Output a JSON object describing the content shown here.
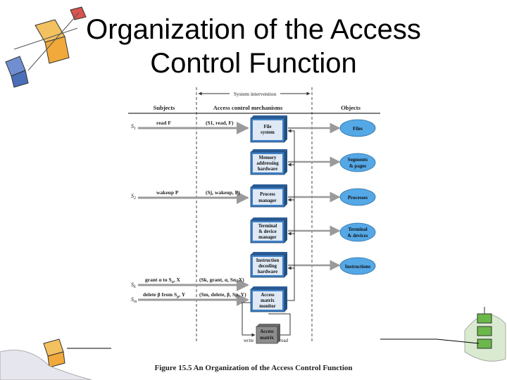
{
  "slide": {
    "title_line1": "Organization of the Access",
    "title_line2": "Control Function"
  },
  "figure": {
    "system_intervention": "System intervention",
    "headers": {
      "subjects": "Subjects",
      "mechanisms": "Access control mechanisms",
      "objects": "Objects"
    },
    "subjects": {
      "s1": {
        "label": "S",
        "sub": "1"
      },
      "s2": {
        "label": "S",
        "sub": "2"
      },
      "sk": {
        "label": "S",
        "sub": "k"
      },
      "sm": {
        "label": "S",
        "sub": "m"
      }
    },
    "requests": {
      "read": "read F",
      "wakeup": "wakeup P",
      "grant": "grant α to S",
      "grant_sub": "n",
      "grant_tail": ", X",
      "delete": "delete β from S",
      "delete_sub": "p",
      "delete_tail": ", Y"
    },
    "messages": {
      "read": "(S1, read, F)",
      "wakeup": "(Sj, wakeup, P)",
      "grant": "(Sk, grant, α, Sn, X)",
      "delete": "(Sm, delete, β, Sp, Y)"
    },
    "boxes": {
      "file_system": [
        "File",
        "system"
      ],
      "memory": [
        "Memory",
        "addressing",
        "hardware"
      ],
      "process": [
        "Process",
        "manager"
      ],
      "terminal": [
        "Terminal",
        "& device",
        "manager"
      ],
      "instruction": [
        "Instruction",
        "decoding",
        "hardware"
      ],
      "access_monitor": [
        "Access",
        "matrix",
        "monitor"
      ],
      "access_matrix": [
        "Access",
        "matrix"
      ]
    },
    "objects": {
      "files": [
        "Files"
      ],
      "segments": [
        "Segments",
        "& pages"
      ],
      "processes": [
        "Processes"
      ],
      "terminals": [
        "Terminal",
        "& devices"
      ],
      "instructions": [
        "Instructions"
      ]
    },
    "matrix_ops": {
      "write": "write",
      "read": "read"
    },
    "caption": "Figure 15.5  An Organization of the Access Control Function"
  },
  "colors": {
    "box_fill": "#3d7fc6",
    "box_dark": "#2a5d99",
    "object_fill": "#55a8e6",
    "matrix_fill": "#8c8c8c",
    "arrow_gray": "#9a9a9a"
  }
}
